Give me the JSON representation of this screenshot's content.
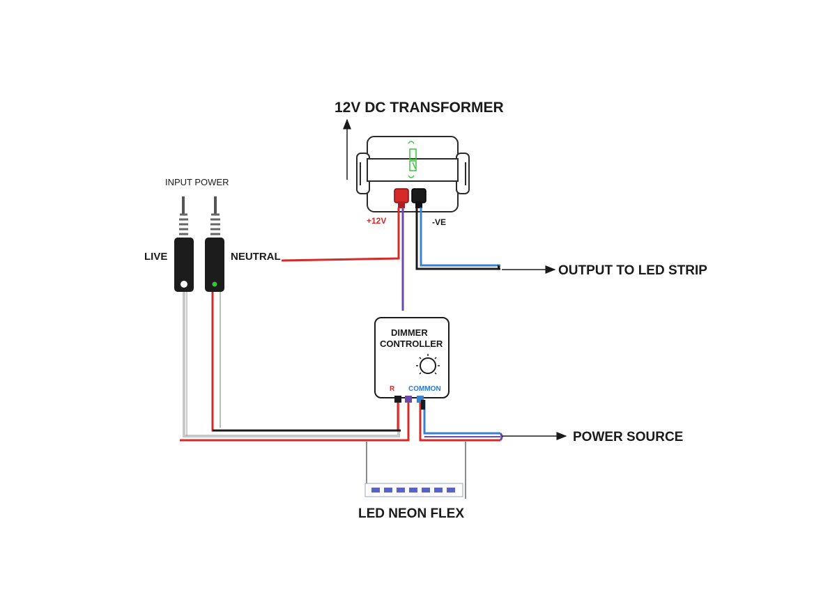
{
  "labels": {
    "transformer_title": "12V DC TRANSFORMER",
    "input_power": "INPUT POWER",
    "live": "LIVE",
    "neutral": "NEUTRAL",
    "plus_12v": "+12V",
    "minus_ve": "-VE",
    "output_to_led_strip": "OUTPUT TO LED STRIP",
    "dimmer_line1": "DIMMER",
    "dimmer_line2": "CONTROLLER",
    "dimmer_r": "R",
    "dimmer_common": "COMMON",
    "power_source": "POWER SOURCE",
    "led_neon_flex": "LED NEON FLEX"
  },
  "colors": {
    "wire_red": "#d42a2a",
    "wire_black": "#1a1a1a",
    "wire_blue": "#3a7fd0",
    "wire_purple": "#6a4aa8",
    "wire_white": "#c8c8c8",
    "indicator_green": "#39c23a",
    "led_segment": "#5a62c8",
    "label_red": "#d42a2a",
    "label_blue": "#2a7ad0"
  },
  "icons": {
    "arrow": "arrow-right",
    "knob": "dial-knob"
  }
}
